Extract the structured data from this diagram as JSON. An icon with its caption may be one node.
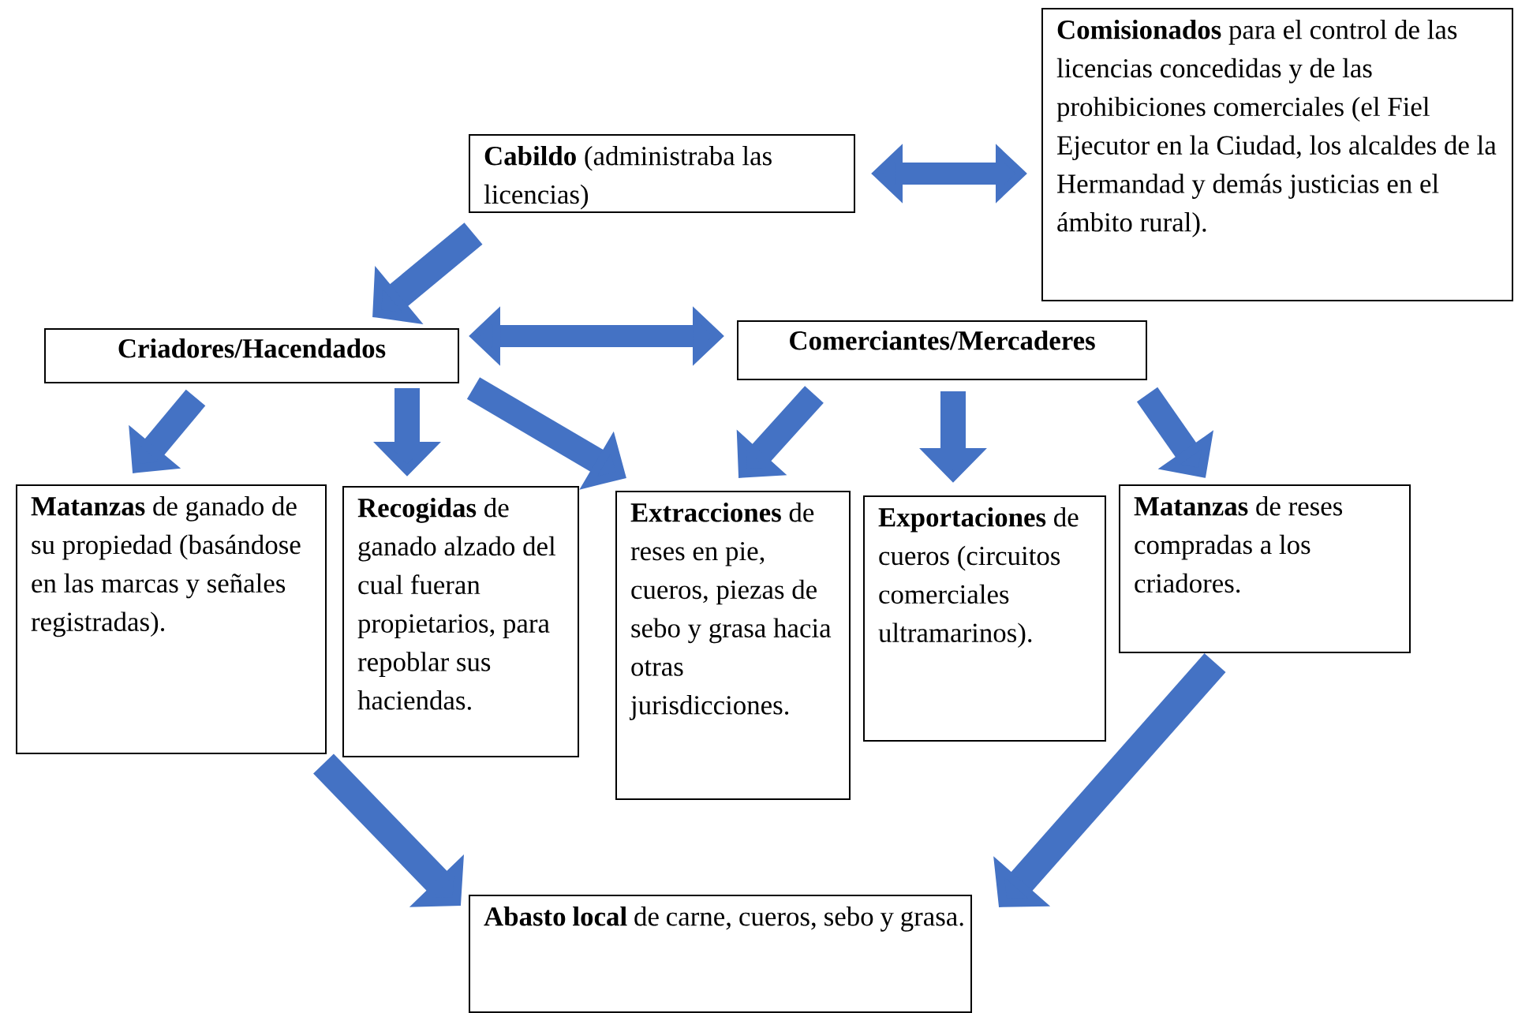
{
  "diagram": {
    "nodes": [
      {
        "text": [
          "**Cabildo** (administraba las licencias)"
        ]
      },
      {
        "text": [
          "**Comisionados** para el control de las licencias concedidas y de las prohibiciones comerciales (el Fiel Ejecutor en la Ciudad, los alcaldes de la Hermandad y demás justicias en el ámbito rural)."
        ]
      },
      {
        "text": [
          "Criadores/Hacendados"
        ]
      },
      {
        "text": [
          "Comerciantes/Mercaderes"
        ]
      },
      {
        "text": [
          "**Matanzas** de ganado de su propiedad (basándose en las marcas y señales registradas)."
        ]
      },
      {
        "text": [
          "**Recogidas** de ganado alzado del cual fueran propietarios, para repoblar sus haciendas."
        ]
      },
      {
        "text": [
          "**Extracciones** de reses en pie, cueros, piezas de sebo y grasa hacia otras jurisdicciones."
        ]
      },
      {
        "text": [
          "**Exportaciones** de cueros (circuitos comerciales ultramarinos)."
        ]
      },
      {
        "text": [
          "**Matanzas** de reses compradas a los criadores."
        ]
      },
      {
        "text": [
          "**Abasto local** de carne, cueros, sebo y grasa."
        ]
      }
    ],
    "edges": [
      {
        "from": 0,
        "to": 2,
        "arrow": "to"
      },
      {
        "from": 0,
        "to": 1,
        "arrow": "both"
      },
      {
        "from": 2,
        "to": 3,
        "arrow": "both"
      },
      {
        "from": 2,
        "to": 4,
        "arrow": "to"
      },
      {
        "from": 2,
        "to": 5,
        "arrow": "to"
      },
      {
        "from": 2,
        "to": 6,
        "arrow": "to"
      },
      {
        "from": 3,
        "to": 6,
        "arrow": "to"
      },
      {
        "from": 3,
        "to": 7,
        "arrow": "to"
      },
      {
        "from": 3,
        "to": 8,
        "arrow": "to"
      },
      {
        "from": 4,
        "to": 9,
        "arrow": "to"
      },
      {
        "from": 8,
        "to": 9,
        "arrow": "to"
      }
    ]
  }
}
